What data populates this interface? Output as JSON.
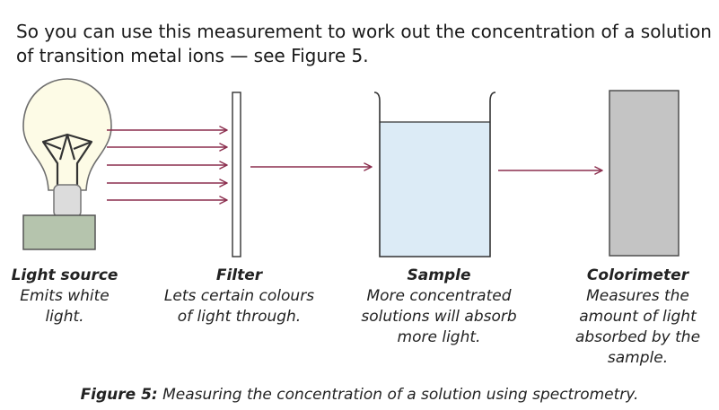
{
  "intro": {
    "line1": "So you can use this measurement to work out the concentration of a solution",
    "line2": "of transition metal ions — see Figure 5."
  },
  "stages": {
    "light_source": {
      "title": "Light source",
      "lines": [
        "Emits white",
        "light."
      ]
    },
    "filter": {
      "title": "Filter",
      "lines": [
        "Lets certain colours",
        "of light through."
      ]
    },
    "sample": {
      "title": "Sample",
      "lines": [
        "More concentrated",
        "solutions will absorb",
        "more light."
      ]
    },
    "colorimeter": {
      "title": "Colorimeter",
      "lines": [
        "Measures the",
        "amount of light",
        "absorbed by the",
        "sample."
      ]
    }
  },
  "figure_caption": {
    "label": "Figure 5:",
    "text": " Measuring the concentration of a solution using spectrometry."
  },
  "colors": {
    "arrow": "#8b2e4e",
    "bulb_glass": "#fdfbe6",
    "bulb_base": "#b5c4ad",
    "solution": "#dcebf6",
    "colorimeter": "#c4c4c4"
  }
}
